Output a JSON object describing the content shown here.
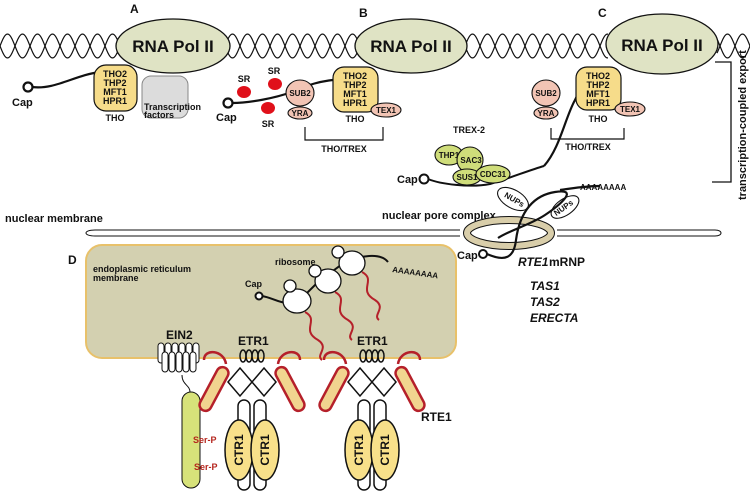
{
  "panels": {
    "a": "A",
    "b": "B",
    "c": "C",
    "d": "D"
  },
  "polymerase": {
    "label": "RNA Pol II"
  },
  "cap_label": "Cap",
  "polya_label": "AAAAAAAA",
  "panel_a": {
    "tho_proteins": [
      "THO2",
      "THP2",
      "MFT1",
      "HPR1"
    ],
    "tho_label": "THO",
    "tf_label_line1": "Transcription",
    "tf_label_line2": "factors"
  },
  "panel_b": {
    "sr_labels": [
      "SR",
      "SR",
      "SR"
    ],
    "tho_proteins": [
      "THO2",
      "THP2",
      "MFT1",
      "HPR1"
    ],
    "sub2": "SUB2",
    "yra": "YRA",
    "tex1": "TEX1",
    "tho_label": "THO",
    "complex_label": "THO/TREX"
  },
  "panel_c": {
    "tho_proteins": [
      "THO2",
      "THP2",
      "MFT1",
      "HPR1"
    ],
    "sub2": "SUB2",
    "yra": "YRA",
    "tex1": "TEX1",
    "tho_label": "THO",
    "complex_label": "THO/TREX",
    "trex2_label": "TREX-2",
    "trex2_proteins": {
      "thp1": "THP1",
      "sac3": "SAC3",
      "sus1": "SUS1",
      "cdc31": "CDC31"
    },
    "nups": "NUPs"
  },
  "side_label": "transcription-coupled export",
  "nuclear_membrane": "nuclear membrane",
  "nuclear_pore": "nuclear pore complex",
  "mrnp": {
    "gene": "RTE1",
    "suffix": " mRNP"
  },
  "other_genes": [
    "TAS1",
    "TAS2",
    "ERECTA"
  ],
  "panel_d": {
    "er_label_line1": "endoplasmic reticulum",
    "er_label_line2": "membrane",
    "ribosome": "ribosome",
    "ein2": "EIN2",
    "etr1": "ETR1",
    "rte1": "RTE1",
    "ctr1": "CTR1",
    "ser_p": [
      "Ser-P",
      "Ser-P"
    ]
  },
  "colors": {
    "pol_fill": "#dfe3c4",
    "tho_fill": "#f6dc8a",
    "sub_fill": "#f2c4b4",
    "tf_fill": "#dcdcdc",
    "sr_fill": "#e0101a",
    "trex2_fill": "#cfdd7a",
    "er_fill": "#d3d0b0",
    "er_border": "#e8c16a",
    "pore_fill": "#d9ceaa",
    "ein2_fill": "#d7e27a",
    "etr_red": "#b5202a",
    "etr_fill": "#f1d48f",
    "ctr1_fill": "#f8e08a"
  }
}
